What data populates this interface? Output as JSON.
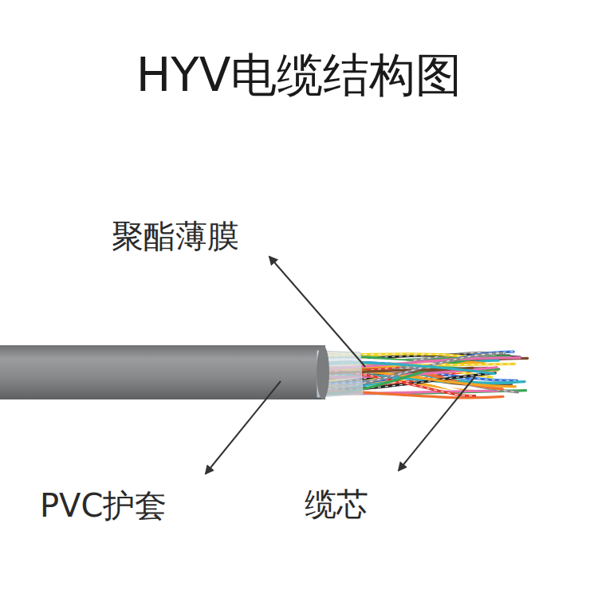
{
  "diagram": {
    "title": "HYV电缆结构图",
    "labels": [
      "聚酯薄膜",
      "PVC护套",
      "缆芯"
    ]
  }
}
